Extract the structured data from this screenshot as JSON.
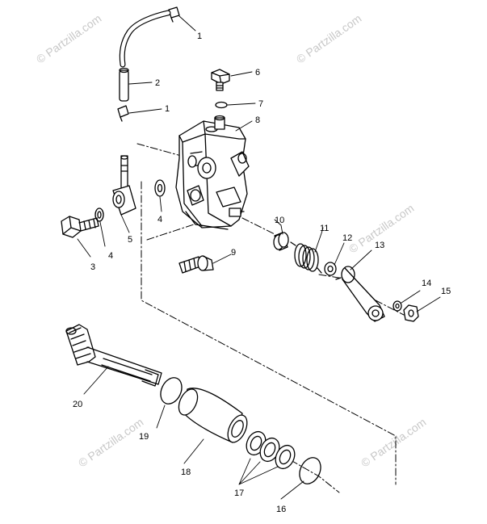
{
  "watermark": {
    "text": "© Partzilla.com",
    "color": "#c8c8c8"
  },
  "colors": {
    "line": "#000000",
    "background": "#ffffff"
  },
  "callouts": [
    {
      "id": "c1a",
      "label": "1"
    },
    {
      "id": "c2",
      "label": "2"
    },
    {
      "id": "c1b",
      "label": "1"
    },
    {
      "id": "c6",
      "label": "6"
    },
    {
      "id": "c7",
      "label": "7"
    },
    {
      "id": "c8",
      "label": "8"
    },
    {
      "id": "c4a",
      "label": "4"
    },
    {
      "id": "c4b",
      "label": "4"
    },
    {
      "id": "c5",
      "label": "5"
    },
    {
      "id": "c3",
      "label": "3"
    },
    {
      "id": "c9",
      "label": "9"
    },
    {
      "id": "c10",
      "label": "10"
    },
    {
      "id": "c11",
      "label": "11"
    },
    {
      "id": "c12",
      "label": "12"
    },
    {
      "id": "c13",
      "label": "13"
    },
    {
      "id": "c14",
      "label": "14"
    },
    {
      "id": "c15",
      "label": "15"
    },
    {
      "id": "c20",
      "label": "20"
    },
    {
      "id": "c19",
      "label": "19"
    },
    {
      "id": "c18",
      "label": "18"
    },
    {
      "id": "c17",
      "label": "17"
    },
    {
      "id": "c16",
      "label": "16"
    }
  ]
}
